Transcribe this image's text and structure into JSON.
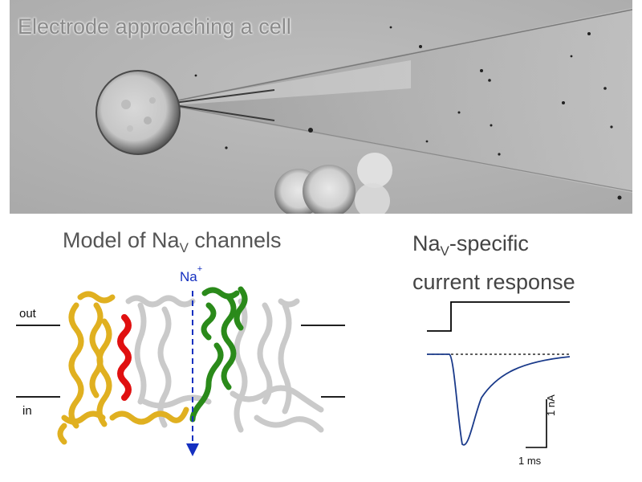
{
  "photo": {
    "title": "Electrode approaching a cell"
  },
  "model": {
    "title_main": "Model of Na",
    "title_sub": "V",
    "title_rest": " channels",
    "ion_label": "Na",
    "ion_sup": "+",
    "label_out": "out",
    "label_in": "in"
  },
  "response": {
    "title_line1_main": "Na",
    "title_line1_sub": "V",
    "title_line1_rest": "-specific",
    "title_line2": "current response",
    "scale_current": "1 nA",
    "scale_time": "1 ms"
  },
  "colors": {
    "helix_yellow": "#e0b020",
    "helix_red": "#e01010",
    "helix_green": "#2a8a1a",
    "helix_gray": "#b8b8b8",
    "trace_blue": "#1a3a8a",
    "arrow_blue": "#1530c0"
  }
}
